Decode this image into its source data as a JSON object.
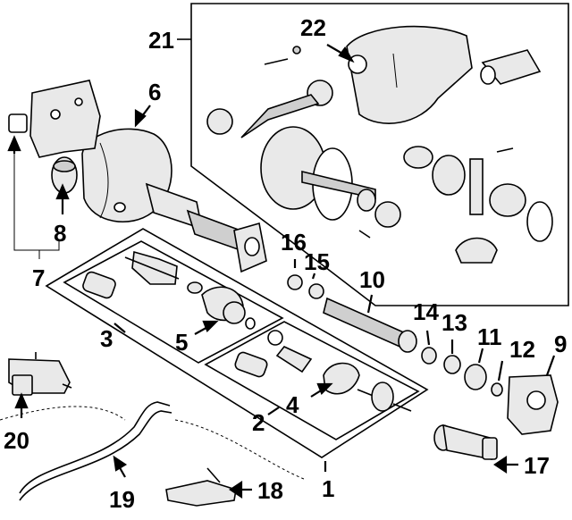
{
  "diagram": {
    "callouts": [
      "1",
      "2",
      "3",
      "4",
      "5",
      "6",
      "7",
      "8",
      "9",
      "10",
      "11",
      "12",
      "13",
      "14",
      "15",
      "16",
      "17",
      "18",
      "19",
      "20",
      "21",
      "22"
    ],
    "colors": {
      "ink": "#000000",
      "part_fill": "#e9e9e9",
      "part_shade": "#cfcfcf",
      "background": "#ffffff"
    }
  }
}
